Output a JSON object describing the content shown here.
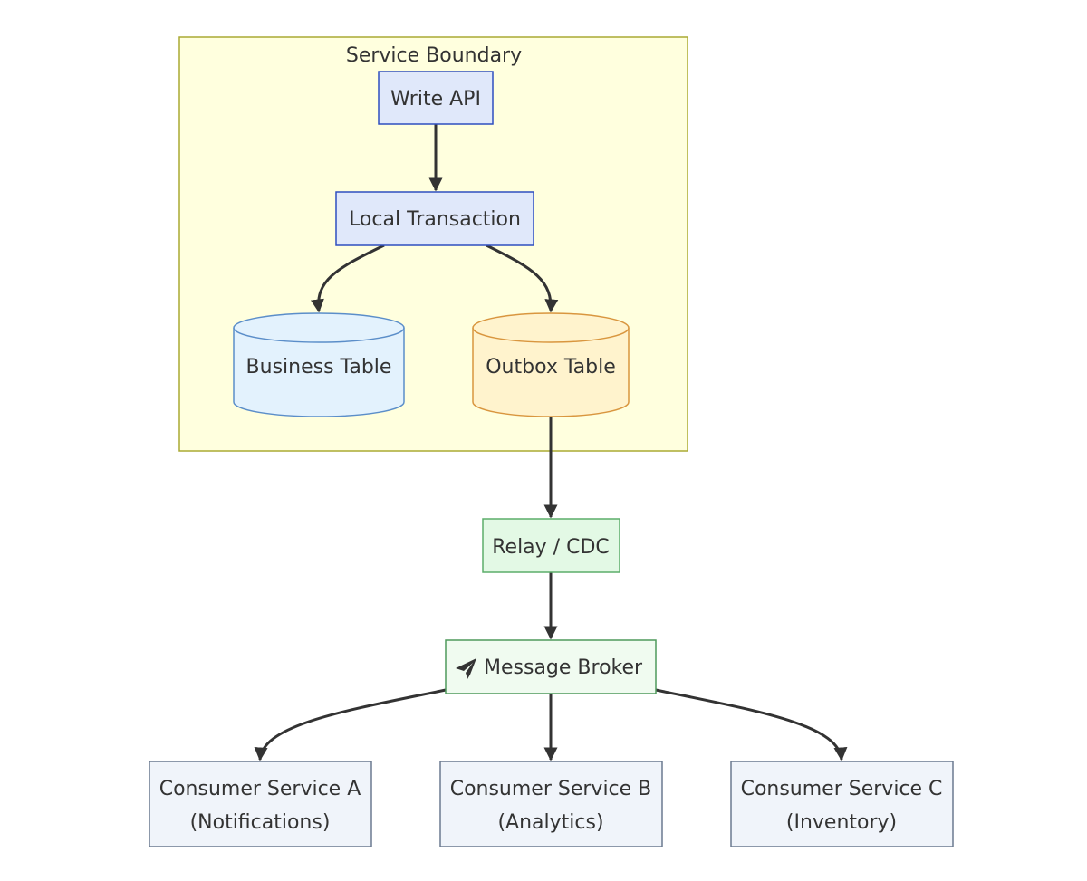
{
  "diagram": {
    "boundary_title": "Service Boundary",
    "nodes": {
      "write_api": "Write API",
      "local_transaction": "Local Transaction",
      "business_table": "Business Table",
      "outbox_table": "Outbox Table",
      "relay_cdc": "Relay / CDC",
      "message_broker": "Message Broker",
      "consumer_a_line1": "Consumer Service A",
      "consumer_a_line2": "(Notifications)",
      "consumer_b_line1": "Consumer Service B",
      "consumer_b_line2": "(Analytics)",
      "consumer_c_line1": "Consumer Service C",
      "consumer_c_line2": "(Inventory)"
    },
    "icons": {
      "message_broker": "paper-plane-icon"
    },
    "edges": [
      {
        "from": "Write API",
        "to": "Local Transaction"
      },
      {
        "from": "Local Transaction",
        "to": "Business Table"
      },
      {
        "from": "Local Transaction",
        "to": "Outbox Table"
      },
      {
        "from": "Outbox Table",
        "to": "Relay / CDC"
      },
      {
        "from": "Relay / CDC",
        "to": "Message Broker"
      },
      {
        "from": "Message Broker",
        "to": "Consumer Service A"
      },
      {
        "from": "Message Broker",
        "to": "Consumer Service B"
      },
      {
        "from": "Message Broker",
        "to": "Consumer Service C"
      }
    ],
    "colors": {
      "boundary_fill": "#ffffde",
      "boundary_stroke": "#aaaa33",
      "api_fill": "#e0e8fa",
      "api_stroke": "#2f4fbf",
      "business_fill": "#e3f2fd",
      "business_stroke": "#5b8ec9",
      "outbox_fill": "#fff3cd",
      "outbox_stroke": "#d9963f",
      "relay_fill": "#e3f9e5",
      "relay_stroke": "#5cad6a",
      "broker_fill": "#f0fbf0",
      "broker_stroke": "#4f9a5c",
      "consumer_fill": "#f0f4fa",
      "consumer_stroke": "#6b7a90",
      "edge": "#333333"
    }
  }
}
